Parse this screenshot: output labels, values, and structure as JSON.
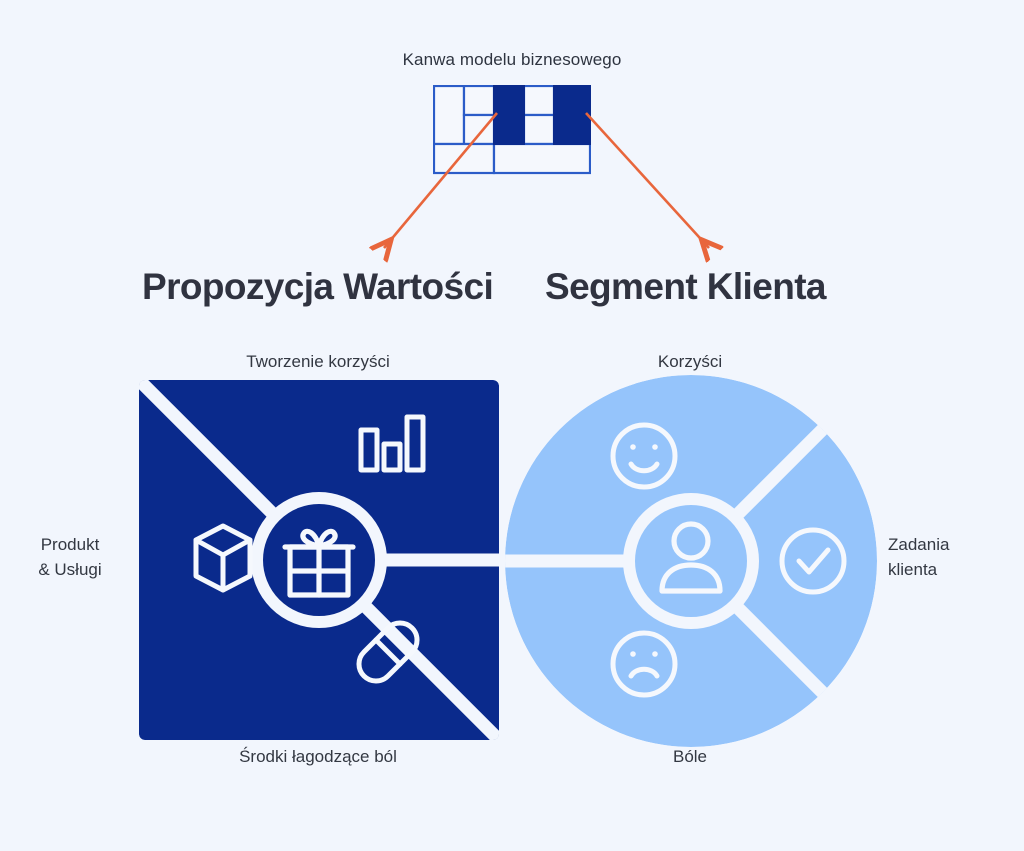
{
  "page": {
    "background_color": "#F2F6FD",
    "canvas_title": "Kanwa modelu biznesowego"
  },
  "colors": {
    "navy": "#0A2A8C",
    "light_blue": "#95C4FB",
    "orange": "#E8663C",
    "white": "#F5F8FD",
    "text_dark": "#303340",
    "text_body": "#333842"
  },
  "business_model_canvas": {
    "name": "business-model-canvas-thumbnail",
    "filled_cells": [
      "key-activities-column",
      "customer-segments-column"
    ],
    "cell_fill_color": "#0A2A8C",
    "cell_border_color": "#2B5CC8"
  },
  "arrows": [
    {
      "name": "arrow-to-value-proposition",
      "direction": "down-left",
      "color": "#E8663C"
    },
    {
      "name": "arrow-to-customer-segment",
      "direction": "down-right",
      "color": "#E8663C"
    }
  ],
  "value_proposition": {
    "heading": "Propozycja Wartości",
    "shape": "square",
    "fill": "#0A2A8C",
    "labels": {
      "top": "Tworzenie korzyści",
      "bottom": "Środki łagodzące ból",
      "left": "Produkt\n& Usługi"
    },
    "icons": [
      {
        "name": "gift-icon",
        "position": "center",
        "meaning": "value-proposition-core"
      },
      {
        "name": "bar-chart-icon",
        "position": "top-right",
        "meaning": "gain-creators"
      },
      {
        "name": "cube-icon",
        "position": "left",
        "meaning": "products-and-services"
      },
      {
        "name": "pill-icon",
        "position": "bottom-right",
        "meaning": "pain-relievers"
      }
    ]
  },
  "customer_segment": {
    "heading": "Segment Klienta",
    "shape": "circle",
    "fill": "#95C4FB",
    "labels": {
      "top": "Korzyści",
      "bottom": "Bóle",
      "right": "Zadania\nklienta"
    },
    "icons": [
      {
        "name": "person-icon",
        "position": "center",
        "meaning": "customer"
      },
      {
        "name": "smiley-face-icon",
        "position": "top-left",
        "meaning": "gains"
      },
      {
        "name": "check-circle-icon",
        "position": "right",
        "meaning": "customer-jobs"
      },
      {
        "name": "sad-face-icon",
        "position": "bottom-left",
        "meaning": "pains"
      }
    ]
  }
}
